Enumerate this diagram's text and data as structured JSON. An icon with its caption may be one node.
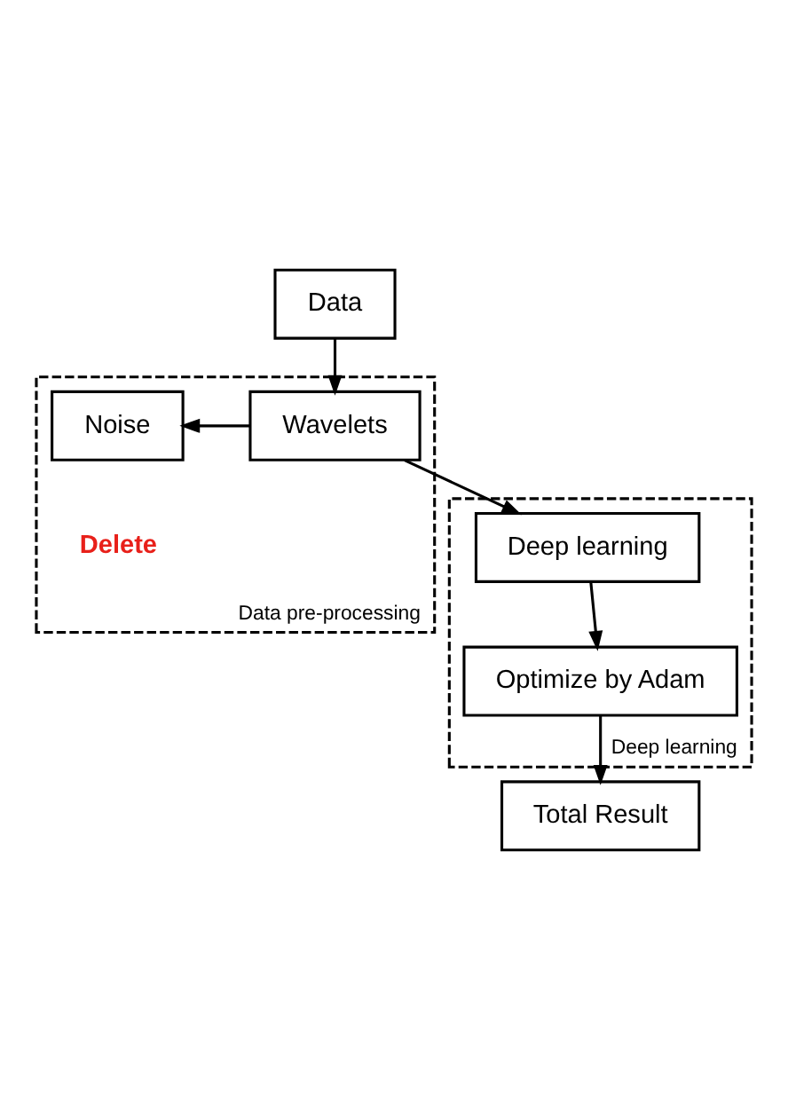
{
  "diagram": {
    "nodes": [
      {
        "text": [
          "Data"
        ]
      },
      {
        "text": [
          "Data pre-processing"
        ]
      },
      {
        "text": [
          "Noise"
        ],
        "in": 1,
        "beside": [
          "Delete"
        ]
      },
      {
        "text": [
          "Wavelets"
        ],
        "in": 1
      },
      {
        "text": [
          "Deep learning"
        ]
      },
      {
        "text": [
          "Deep learning"
        ],
        "in": 4
      },
      {
        "text": [
          "Optimize by Adam"
        ],
        "in": 4
      },
      {
        "text": [
          "Total Result"
        ]
      }
    ],
    "edges": [
      {
        "from": 0,
        "to": 3,
        "arrow": "to"
      },
      {
        "from": 3,
        "to": 2,
        "arrow": "to"
      },
      {
        "from": 3,
        "to": 5,
        "arrow": "to"
      },
      {
        "from": 5,
        "to": 6,
        "arrow": "to"
      },
      {
        "from": 6,
        "to": 7,
        "arrow": "to"
      }
    ]
  }
}
